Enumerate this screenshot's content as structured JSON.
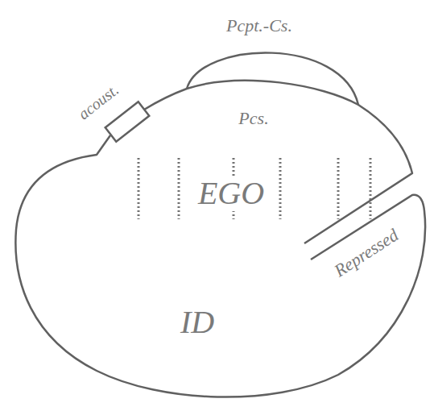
{
  "diagram": {
    "nodes": [
      {
        "text": [
          "ID"
        ]
      },
      {
        "text": [
          "Pcpt.-Cs."
        ],
        "in": 0
      },
      {
        "text": [
          "acoust."
        ],
        "in": 0
      }
    ],
    "labels": [
      "Pcs.",
      "EGO",
      "Repressed"
    ]
  }
}
